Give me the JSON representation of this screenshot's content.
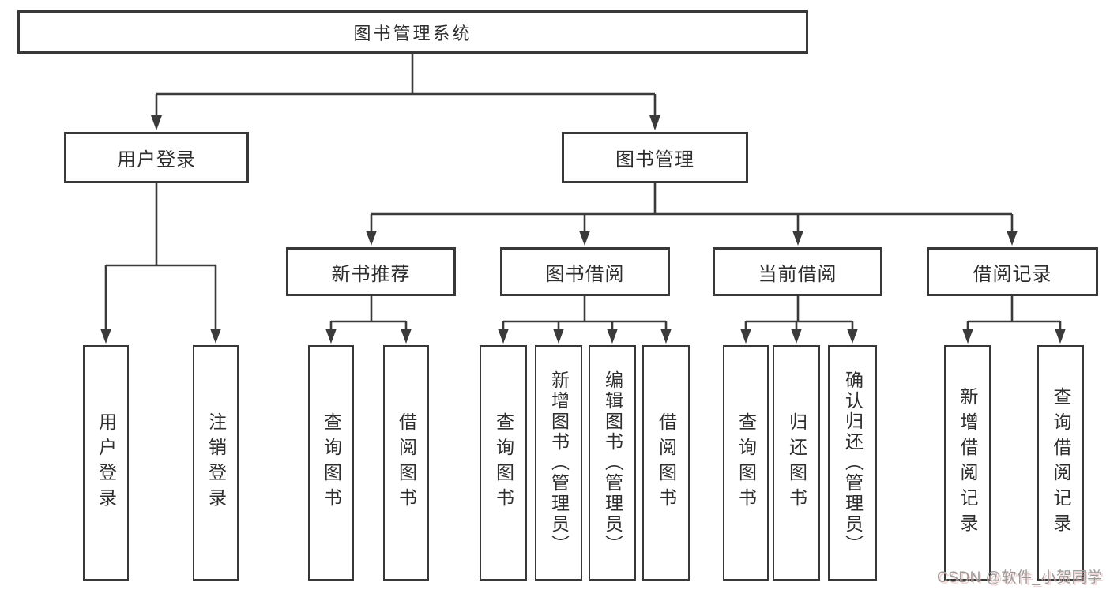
{
  "tree": {
    "label": "图书管理系统",
    "children": [
      {
        "label": "用户登录",
        "children": [
          {
            "label": "用户登录"
          },
          {
            "label": "注销登录"
          }
        ]
      },
      {
        "label": "图书管理",
        "children": [
          {
            "label": "新书推荐",
            "children": [
              {
                "label": "查询图书"
              },
              {
                "label": "借阅图书"
              }
            ]
          },
          {
            "label": "图书借阅",
            "children": [
              {
                "label": "查询图书"
              },
              {
                "label": "新增图书（管理员）"
              },
              {
                "label": "编辑图书（管理员）"
              },
              {
                "label": "借阅图书"
              }
            ]
          },
          {
            "label": "当前借阅",
            "children": [
              {
                "label": "查询图书"
              },
              {
                "label": "归还图书"
              },
              {
                "label": "确认归还（管理员）"
              }
            ]
          },
          {
            "label": "借阅记录",
            "children": [
              {
                "label": "新增借阅记录"
              },
              {
                "label": "查询借阅记录"
              }
            ]
          }
        ]
      }
    ]
  },
  "watermark": "CSDN @软件_小贺同学",
  "colors": {
    "line": "#3a3a3a",
    "box_border": "#383838",
    "text": "#2e2e2e",
    "watermark": "#9b9b9b",
    "background": "#ffffff"
  }
}
